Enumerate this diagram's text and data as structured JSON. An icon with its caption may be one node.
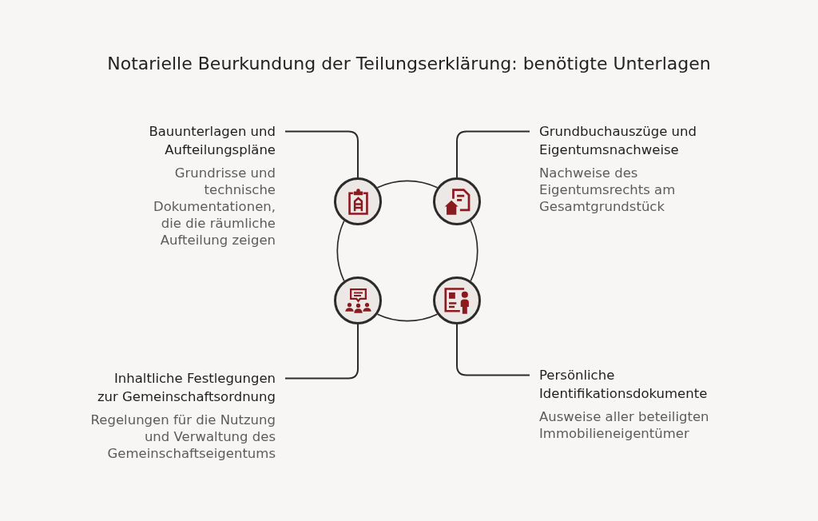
{
  "diagram": {
    "title": "Notarielle Beurkundung der Teilungserklärung: benötigte Unterlagen",
    "nodes": [
      {
        "text": [
          "Bauunterlagen und Aufteilungspläne",
          "Grundrisse und technische Dokumentationen, die die räumliche Aufteilung zeigen"
        ]
      },
      {
        "text": [
          "Grundbuchauszüge und Eigentumsnachweise",
          "Nachweise des Eigentumsrechts am Gesamtgrundstück"
        ]
      },
      {
        "text": [],
        "shape": "circle"
      },
      {
        "text": [],
        "shape": "circle"
      },
      {
        "text": [],
        "shape": "circle"
      },
      {
        "text": [],
        "shape": "circle"
      },
      {
        "text": [
          "Inhaltliche Festlegungen zur Gemeinschaftsordnung",
          "Regelungen für die Nutzung und Verwaltung des Gemeinschaftseigentums"
        ]
      },
      {
        "text": [
          "Persönliche Identifikationsdokumente",
          "Ausweise aller beteiligten Immobilieneigentümer"
        ]
      }
    ],
    "edges": [
      {
        "from": 0,
        "to": 2,
        "arrow": "none"
      },
      {
        "from": 1,
        "to": 3,
        "arrow": "none"
      },
      {
        "from": 6,
        "to": 4,
        "arrow": "none"
      },
      {
        "from": 7,
        "to": 5,
        "arrow": "none"
      },
      {
        "from": 2,
        "to": 3,
        "arrow": "none"
      },
      {
        "from": 3,
        "to": 5,
        "arrow": "none"
      },
      {
        "from": 5,
        "to": 4,
        "arrow": "none"
      },
      {
        "from": 4,
        "to": 2,
        "arrow": "none"
      }
    ]
  }
}
